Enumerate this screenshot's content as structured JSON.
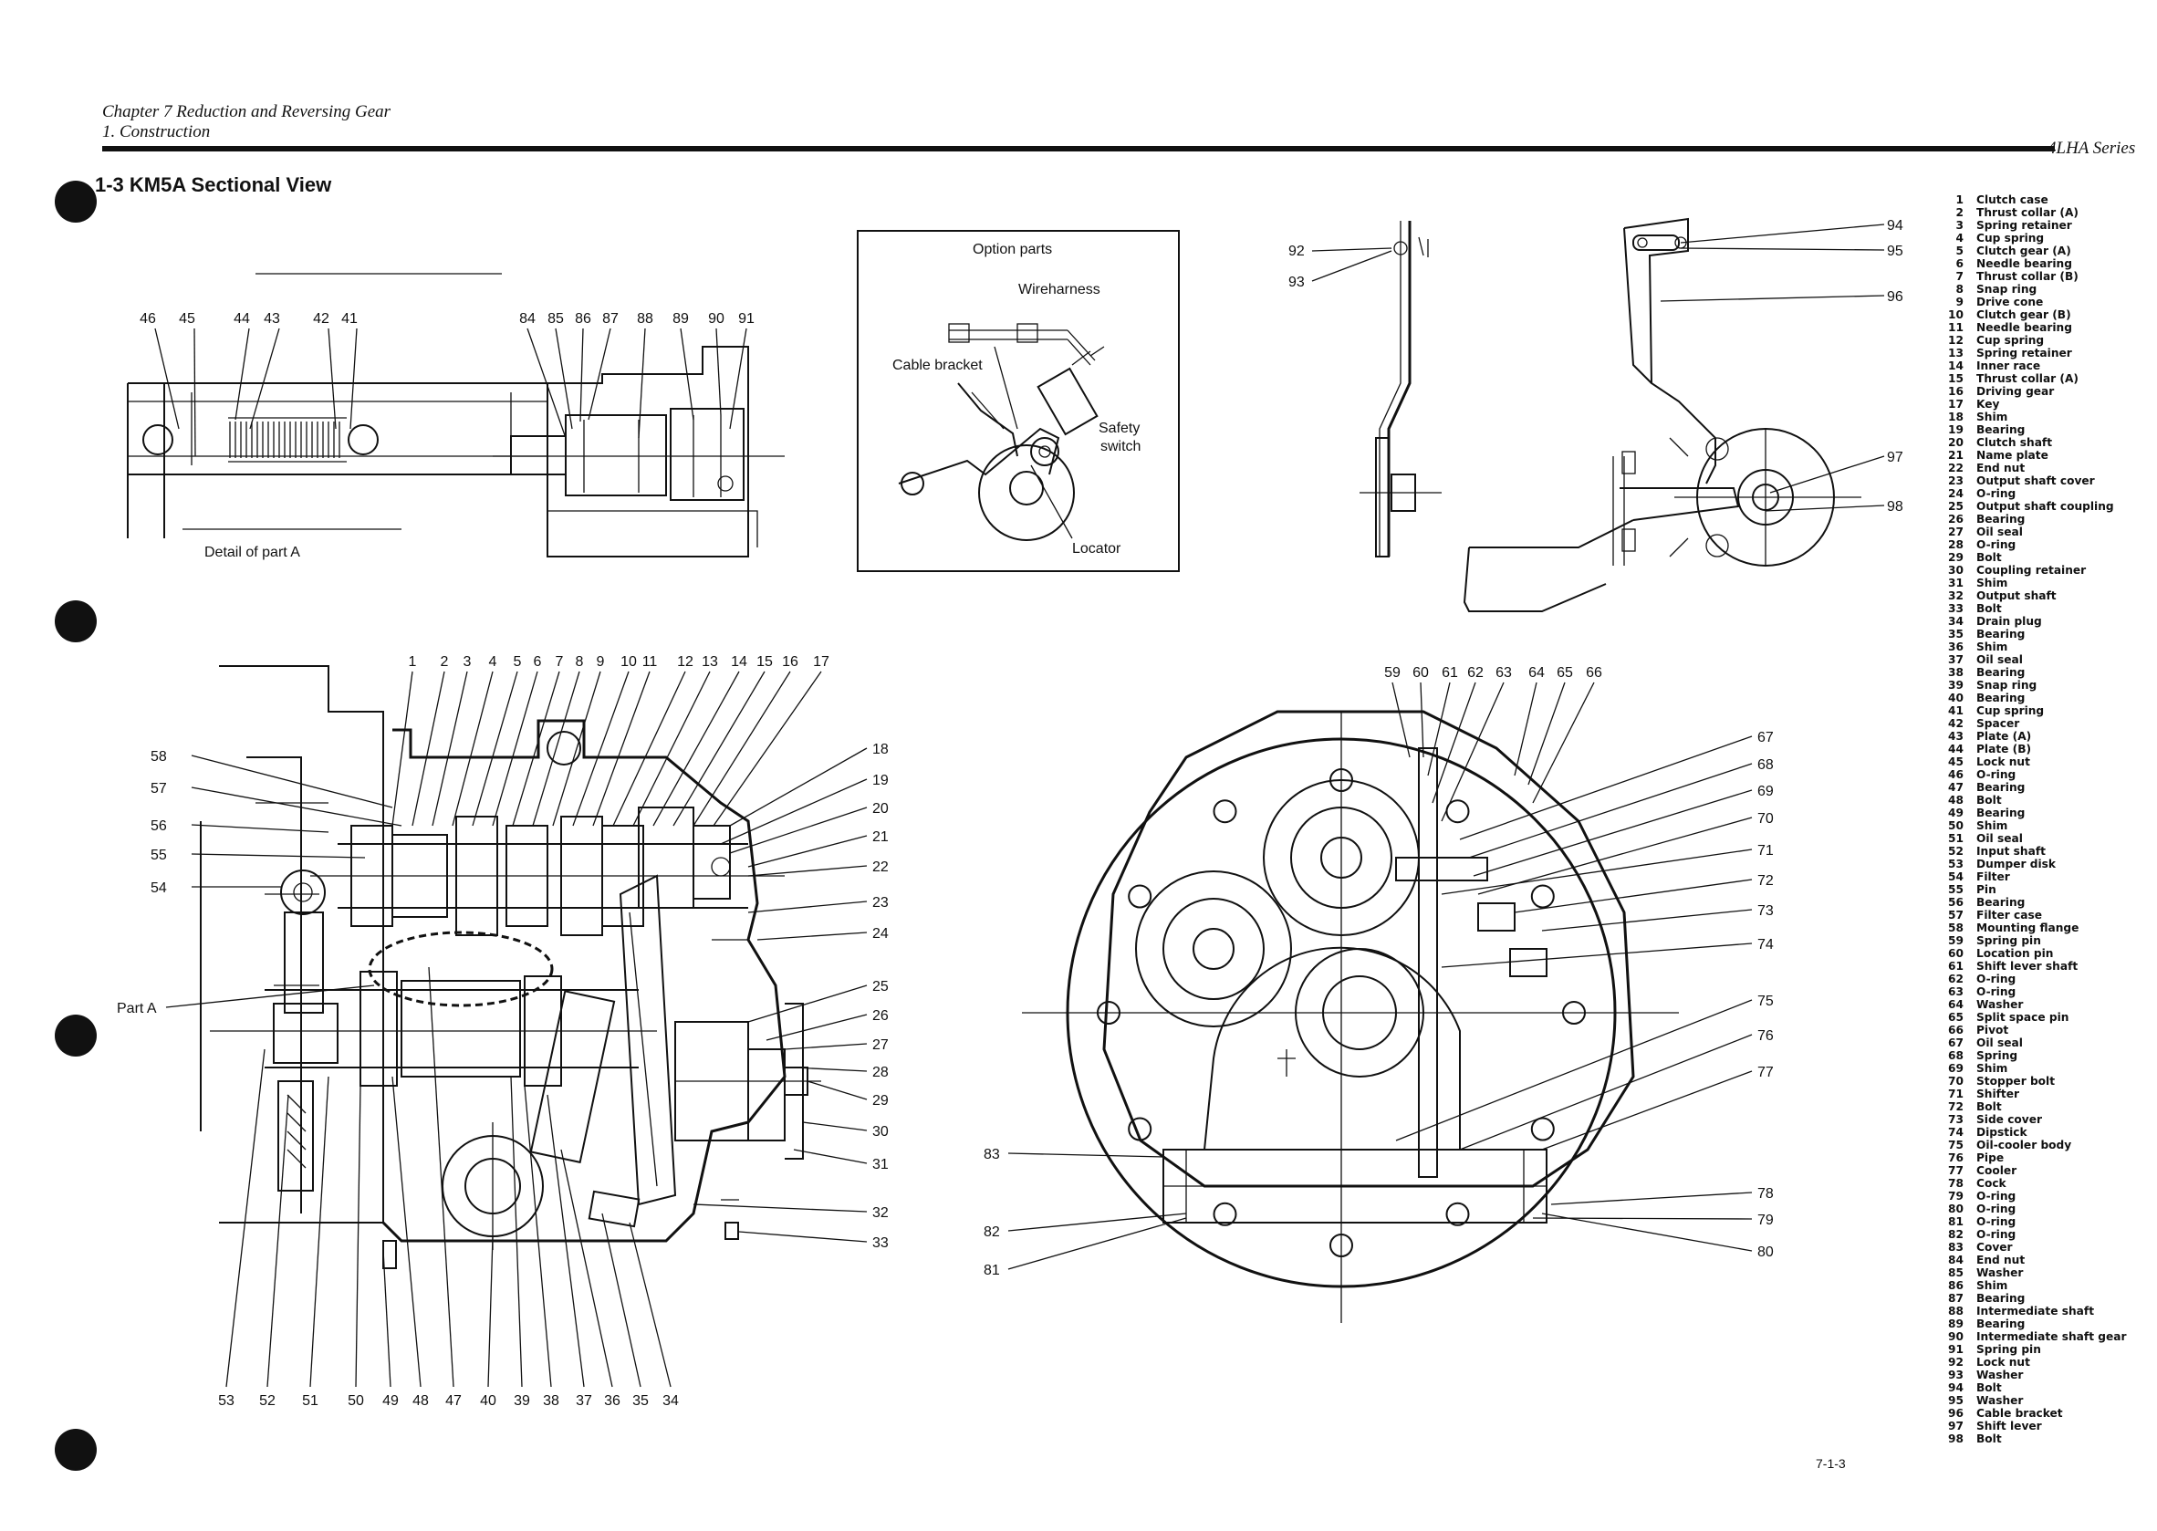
{
  "header": {
    "chapter": "Chapter 7 Reduction and Reversing Gear",
    "section": "1. Construction",
    "series": "4LHA Series"
  },
  "section_title": "1-3  KM5A Sectional View",
  "inset_detail": {
    "numbers": [
      "46",
      "45",
      "44",
      "43",
      "42",
      "41"
    ],
    "caption": "Detail of part A"
  },
  "inset_intermediate": {
    "numbers": [
      "84",
      "85",
      "86",
      "87",
      "88",
      "89",
      "90",
      "91"
    ]
  },
  "option_parts": {
    "title": "Option parts",
    "wireharness": "Wireharness",
    "cable_bracket": "Cable bracket",
    "safety": "Safety",
    "switch": "switch",
    "locator": "Locator"
  },
  "side_bracket": {
    "numbers": [
      "92",
      "93"
    ]
  },
  "lever_view": {
    "numbers": [
      "94",
      "95",
      "96",
      "97",
      "98"
    ]
  },
  "main_section": {
    "top": [
      "1",
      "2",
      "3",
      "4",
      "5",
      "6",
      "7",
      "8",
      "9",
      "10",
      "11",
      "12",
      "13",
      "14",
      "15",
      "16",
      "17"
    ],
    "right": [
      "18",
      "19",
      "20",
      "21",
      "22",
      "23",
      "24",
      "25",
      "26",
      "27",
      "28",
      "29",
      "30",
      "31",
      "32",
      "33"
    ],
    "left": [
      "58",
      "57",
      "56",
      "55",
      "54"
    ],
    "part_a": "Part A",
    "bottom": [
      "53",
      "52",
      "51",
      "50",
      "49",
      "48",
      "47",
      "40",
      "39",
      "38",
      "37",
      "36",
      "35",
      "34"
    ]
  },
  "end_view": {
    "top": [
      "59",
      "60",
      "61",
      "62",
      "63",
      "64",
      "65",
      "66"
    ],
    "right": [
      "67",
      "68",
      "69",
      "70",
      "71",
      "72",
      "73",
      "74",
      "75",
      "76",
      "77",
      "78",
      "79",
      "80"
    ],
    "left": [
      "83",
      "82",
      "81"
    ]
  },
  "legend": [
    {
      "n": "1",
      "t": "Clutch case"
    },
    {
      "n": "2",
      "t": "Thrust collar (A)"
    },
    {
      "n": "3",
      "t": "Spring retainer"
    },
    {
      "n": "4",
      "t": "Cup spring"
    },
    {
      "n": "5",
      "t": "Clutch gear (A)"
    },
    {
      "n": "6",
      "t": "Needle bearing"
    },
    {
      "n": "7",
      "t": "Thrust collar (B)"
    },
    {
      "n": "8",
      "t": "Snap ring"
    },
    {
      "n": "9",
      "t": "Drive cone"
    },
    {
      "n": "10",
      "t": "Clutch gear (B)"
    },
    {
      "n": "11",
      "t": "Needle bearing"
    },
    {
      "n": "12",
      "t": "Cup spring"
    },
    {
      "n": "13",
      "t": "Spring retainer"
    },
    {
      "n": "14",
      "t": "Inner race"
    },
    {
      "n": "15",
      "t": "Thrust collar (A)"
    },
    {
      "n": "16",
      "t": "Driving gear"
    },
    {
      "n": "17",
      "t": "Key"
    },
    {
      "n": "18",
      "t": "Shim"
    },
    {
      "n": "19",
      "t": "Bearing"
    },
    {
      "n": "20",
      "t": "Clutch shaft"
    },
    {
      "n": "21",
      "t": "Name plate"
    },
    {
      "n": "22",
      "t": "End nut"
    },
    {
      "n": "23",
      "t": "Output shaft cover"
    },
    {
      "n": "24",
      "t": "O-ring"
    },
    {
      "n": "25",
      "t": "Output shaft coupling"
    },
    {
      "n": "26",
      "t": "Bearing"
    },
    {
      "n": "27",
      "t": "Oil seal"
    },
    {
      "n": "28",
      "t": "O-ring"
    },
    {
      "n": "29",
      "t": "Bolt"
    },
    {
      "n": "30",
      "t": "Coupling retainer"
    },
    {
      "n": "31",
      "t": "Shim"
    },
    {
      "n": "32",
      "t": "Output shaft"
    },
    {
      "n": "33",
      "t": "Bolt"
    },
    {
      "n": "34",
      "t": "Drain plug"
    },
    {
      "n": "35",
      "t": "Bearing"
    },
    {
      "n": "36",
      "t": "Shim"
    },
    {
      "n": "37",
      "t": "Oil seal"
    },
    {
      "n": "38",
      "t": "Bearing"
    },
    {
      "n": "39",
      "t": "Snap ring"
    },
    {
      "n": "40",
      "t": "Bearing"
    },
    {
      "n": "41",
      "t": "Cup spring"
    },
    {
      "n": "42",
      "t": "Spacer"
    },
    {
      "n": "43",
      "t": "Plate (A)"
    },
    {
      "n": "44",
      "t": "Plate (B)"
    },
    {
      "n": "45",
      "t": "Lock nut"
    },
    {
      "n": "46",
      "t": "O-ring"
    },
    {
      "n": "47",
      "t": "Bearing"
    },
    {
      "n": "48",
      "t": "Bolt"
    },
    {
      "n": "49",
      "t": "Bearing"
    },
    {
      "n": "50",
      "t": "Shim"
    },
    {
      "n": "51",
      "t": "Oil seal"
    },
    {
      "n": "52",
      "t": "Input shaft"
    },
    {
      "n": "53",
      "t": "Dumper disk"
    },
    {
      "n": "54",
      "t": "Filter"
    },
    {
      "n": "55",
      "t": "Pin"
    },
    {
      "n": "56",
      "t": "Bearing"
    },
    {
      "n": "57",
      "t": "Filter case"
    },
    {
      "n": "58",
      "t": "Mounting flange"
    },
    {
      "n": "59",
      "t": "Spring pin"
    },
    {
      "n": "60",
      "t": "Location pin"
    },
    {
      "n": "61",
      "t": "Shift lever shaft"
    },
    {
      "n": "62",
      "t": "O-ring"
    },
    {
      "n": "63",
      "t": "O-ring"
    },
    {
      "n": "64",
      "t": "Washer"
    },
    {
      "n": "65",
      "t": "Split space pin"
    },
    {
      "n": "66",
      "t": "Pivot"
    },
    {
      "n": "67",
      "t": "Oil seal"
    },
    {
      "n": "68",
      "t": "Spring"
    },
    {
      "n": "69",
      "t": "Shim"
    },
    {
      "n": "70",
      "t": "Stopper bolt"
    },
    {
      "n": "71",
      "t": "Shifter"
    },
    {
      "n": "72",
      "t": "Bolt"
    },
    {
      "n": "73",
      "t": "Side cover"
    },
    {
      "n": "74",
      "t": "Dipstick"
    },
    {
      "n": "75",
      "t": "Oil-cooler body"
    },
    {
      "n": "76",
      "t": "Pipe"
    },
    {
      "n": "77",
      "t": "Cooler"
    },
    {
      "n": "78",
      "t": "Cock"
    },
    {
      "n": "79",
      "t": "O-ring"
    },
    {
      "n": "80",
      "t": "O-ring"
    },
    {
      "n": "81",
      "t": "O-ring"
    },
    {
      "n": "82",
      "t": "O-ring"
    },
    {
      "n": "83",
      "t": "Cover"
    },
    {
      "n": "84",
      "t": "End nut"
    },
    {
      "n": "85",
      "t": "Washer"
    },
    {
      "n": "86",
      "t": "Shim"
    },
    {
      "n": "87",
      "t": "Bearing"
    },
    {
      "n": "88",
      "t": "Intermediate shaft"
    },
    {
      "n": "89",
      "t": "Bearing"
    },
    {
      "n": "90",
      "t": "Intermediate shaft gear"
    },
    {
      "n": "91",
      "t": "Spring pin"
    },
    {
      "n": "92",
      "t": "Lock nut"
    },
    {
      "n": "93",
      "t": "Washer"
    },
    {
      "n": "94",
      "t": "Bolt"
    },
    {
      "n": "95",
      "t": "Washer"
    },
    {
      "n": "96",
      "t": "Cable bracket"
    },
    {
      "n": "97",
      "t": "Shift lever"
    },
    {
      "n": "98",
      "t": "Bolt"
    }
  ],
  "page_number": "7-1-3"
}
